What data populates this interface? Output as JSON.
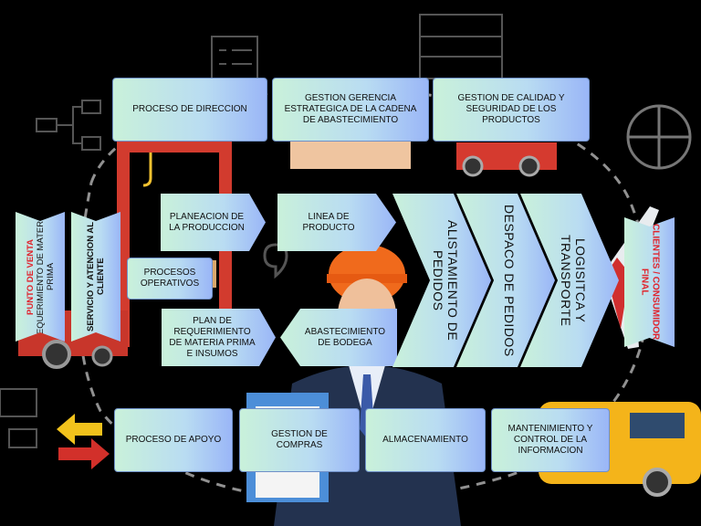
{
  "top": {
    "direccion": "PROCESO DE DIRECCION",
    "gerencia": "GESTION GERENCIA ESTRATEGICA DE LA CADENA DE ABASTECIMIENTO",
    "calidad": "GESTION DE CALIDAD Y SEGURIDAD DE LOS PRODUCTOS"
  },
  "left": {
    "punto_venta_title": "PUNTO DE VENTA",
    "punto_venta_sub": "REQUERIMIENTO DE MATERIA PRIMA",
    "servicio": "SERVICIO Y ATENCION AL CLIENTE"
  },
  "operativos": {
    "planeacion": "PLANEACION DE LA PRODUCCION",
    "linea": "LINEA DE PRODUCTO",
    "procesos": "PROCESOS OPERATIVOS",
    "plan_req": "PLAN DE REQUERIMIENTO DE MATERIA PRIMA E INSUMOS",
    "abastecimiento": "ABASTECIMIENTO DE BODEGA"
  },
  "chain": {
    "alistamiento": "ALISTAMIENTO DE PEDIDOS",
    "despaco": "DESPACO DE PEDIDOS",
    "logistica": "LOGISITCA Y TRANSPORTE",
    "clientes": "CLIENTES / CONSUMIDOR FINAL"
  },
  "bottom": {
    "apoyo": "PROCESO DE APOYO",
    "compras": "GESTION DE COMPRAS",
    "almacenamiento": "ALMACENAMIENTO",
    "mantenimiento": "MANTENIMIENTO Y CONTROL DE LA INFORMACION"
  },
  "colors": {
    "box_gradient_start": "#c9f1da",
    "box_gradient_end": "#9ab6f7",
    "accent_red": "#e0242c",
    "background": "#000000"
  }
}
